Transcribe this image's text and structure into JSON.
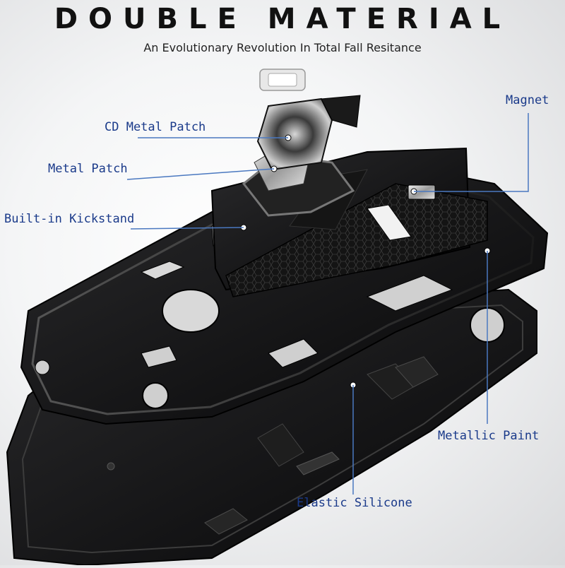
{
  "header": {
    "title": "DOUBLE MATERIAL",
    "subtitle": "An Evolutionary Revolution In Total Fall Resitance"
  },
  "callouts": {
    "magnet": "Magnet",
    "cd_metal_patch": "CD Metal Patch",
    "metal_patch": "Metal Patch",
    "kickstand": "Built-in Kickstand",
    "metallic_paint": "Metallic Paint",
    "elastic_silicone": "Elastic Silicone"
  },
  "colors": {
    "label_text": "#1a3a8a",
    "leader_line": "#4a78c0",
    "case_body": "#111111",
    "headline": "#111111"
  },
  "icons": {
    "badge": "phone-outline-icon"
  }
}
